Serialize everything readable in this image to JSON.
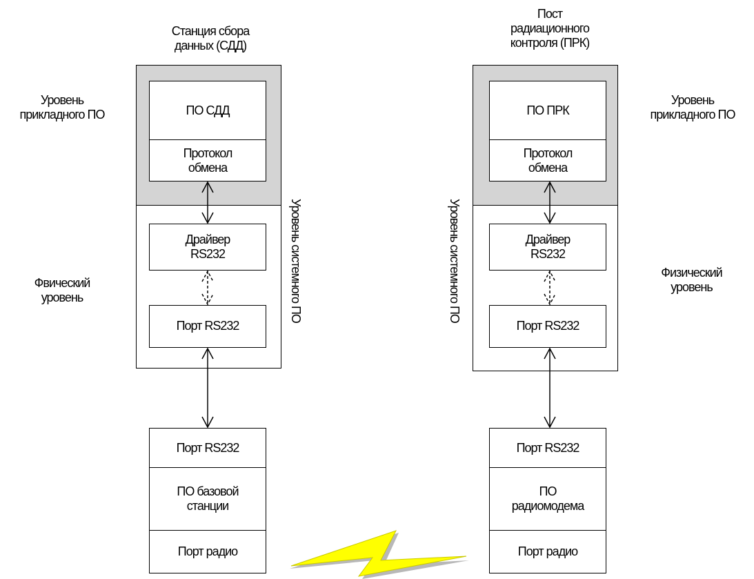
{
  "left": {
    "station_title": "Станция сбора\nданных (СДД)",
    "app_level_label": "Уровень\nприкладного ПО",
    "phys_level_label": "Фвический\nуровень",
    "system_level_label": "Уровень системного ПО",
    "po_box": "ПО СДД",
    "protocol_box": "Протокол\nобмена",
    "driver_box": "Драйвер\nRS232",
    "port_box": "Порт RS232",
    "bottom": {
      "port": "Порт RS232",
      "software": "ПО базовой\nстанции",
      "radio_port": "Порт радио"
    }
  },
  "right": {
    "station_title": "Пост\nрадиационного\nконтроля (ПРК)",
    "app_level_label": "Уровень\nприкладного ПО",
    "phys_level_label": "Физический\nуровень",
    "system_level_label": "Уровень системного ПО",
    "po_box": "ПО ПРК",
    "protocol_box": "Протокол\nобмена",
    "driver_box": "Драйвер\nRS232",
    "port_box": "Порт RS232",
    "bottom": {
      "port": "Порт RS232",
      "software": "ПО\nрадиомодема",
      "radio_port": "Порт радио"
    }
  },
  "colors": {
    "gray_fill": "#d4d4d4",
    "lightning_fill": "#ffff00",
    "lightning_shade": "#b8b8b8"
  }
}
